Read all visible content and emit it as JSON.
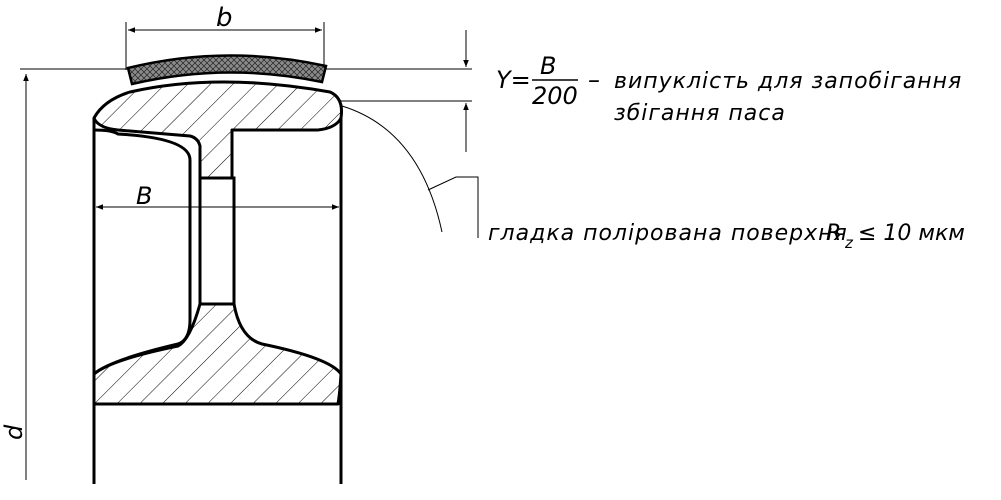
{
  "labels": {
    "belt_width": "b",
    "rim_width": "B",
    "diameter": "d",
    "formula_lhs": "Y=",
    "formula_num": "B",
    "formula_den": "200",
    "formula_dash": "–",
    "crown_line1": "випуклість для запобігання",
    "crown_line2": "збігання паса",
    "surface_text": "гладка полірована поверхня",
    "rz_R": "R",
    "rz_sub": "z",
    "rz_rest": "≤ 10  мкм"
  },
  "colors": {
    "ink": "#000000",
    "belt_fill": "#9a9a9a"
  }
}
